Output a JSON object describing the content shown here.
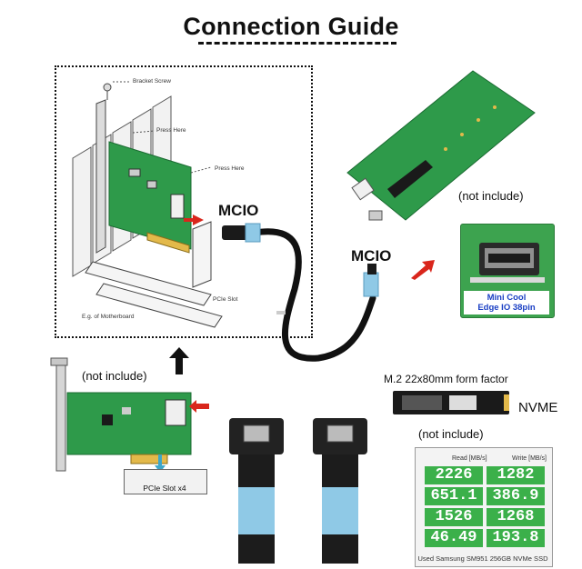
{
  "title": "Connection Guide",
  "labels": {
    "mcio_top": "MCIO",
    "mcio_mid": "MCIO",
    "not_include_top": "(not include)",
    "not_include_left": "(not include)",
    "not_include_nvme": "(not include)",
    "nvme": "NVME",
    "form_factor": "M.2 22x80mm form factor",
    "pcie_slot_x4": "PCIe Slot x4",
    "mini_cool_line1": "Mini Cool",
    "mini_cool_line2": "Edge IO 38pin",
    "bracket_screw": "Bracket Screw",
    "press_here_1": "Press Here",
    "press_here_2": "Press Here",
    "pcie_slot": "PCIe Slot",
    "motherboard": "E.g. of Motherboard"
  },
  "benchmark": {
    "read_header": "Read [MB/s]",
    "write_header": "Write [MB/s]",
    "rows": [
      {
        "read": "2226",
        "write": "1282"
      },
      {
        "read": "651.1",
        "write": "386.9"
      },
      {
        "read": "1526",
        "write": "1268"
      },
      {
        "read": "46.49",
        "write": "193.8"
      }
    ],
    "footer": "Used Samsung SM951 256GB NVMe SSD"
  },
  "colors": {
    "pcb_green": "#2e9a4a",
    "arrow_red": "#d9261c",
    "cable_black": "#111111",
    "tag_blue": "#8fc9e6",
    "bench_green": "#3bb04a",
    "mini_cool_blue": "#1a3fc4"
  }
}
